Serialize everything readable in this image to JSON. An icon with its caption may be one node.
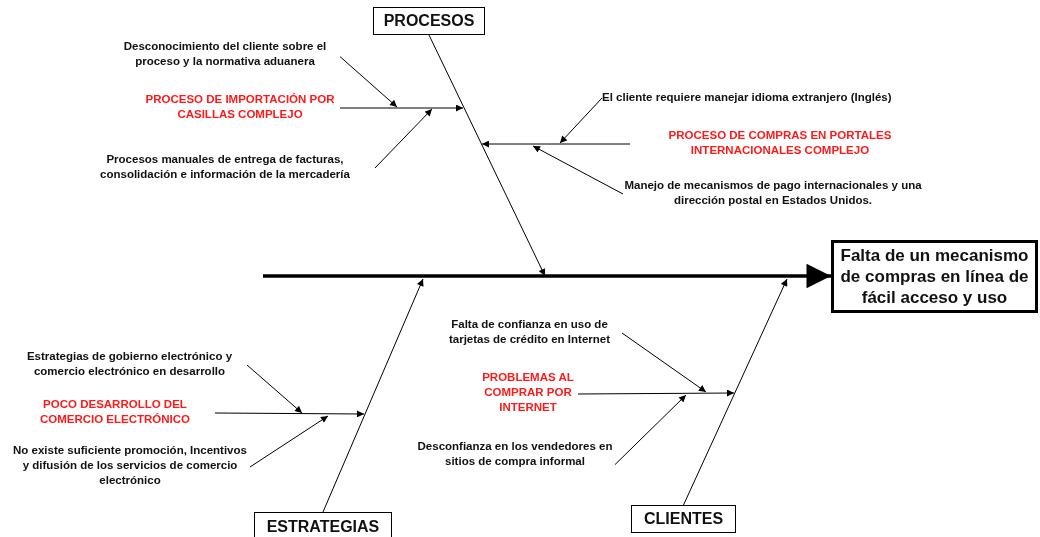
{
  "diagram": {
    "nodes": [
      {
        "text": [
          "Falta de un mecanismo de compras en línea de fácil acceso y uso"
        ]
      },
      {
        "text": [
          "PROCESOS"
        ]
      },
      {
        "text": [
          "Desconocimiento del cliente sobre el proceso y la normativa aduanera"
        ]
      },
      {
        "text": [
          "PROCESO DE IMPORTACIÓN POR CASILLAS COMPLEJO"
        ]
      },
      {
        "text": [
          "Procesos manuales de entrega de facturas, consolidación e información de la mercadería"
        ]
      },
      {
        "text": [
          "El cliente requiere manejar idioma extranjero (Inglés)"
        ]
      },
      {
        "text": [
          "PROCESO DE COMPRAS EN PORTALES INTERNACIONALES COMPLEJO"
        ]
      },
      {
        "text": [
          "Manejo de mecanismos de pago internacionales y una dirección postal en Estados Unidos."
        ]
      },
      {
        "text": [
          "Falta de confianza en uso de tarjetas de crédito en Internet"
        ]
      },
      {
        "text": [
          "Estrategias de gobierno electrónico y comercio electrónico en desarrollo"
        ]
      },
      {
        "text": [
          "POCO DESARROLLO DEL COMERCIO ELECTRÓNICO"
        ]
      },
      {
        "text": [
          "No existe suficiente promoción, Incentivos y difusión de los servicios de comercio electrónico"
        ]
      },
      {
        "text": [
          "PROBLEMAS AL COMPRAR POR INTERNET"
        ]
      },
      {
        "text": [
          "Desconfianza en los vendedores en sitios de compra informal"
        ]
      },
      {
        "text": [
          "ESTRATEGIAS"
        ]
      },
      {
        "text": [
          "CLIENTES"
        ]
      }
    ],
    "edges": [
      {
        "from": null,
        "to": 0,
        "arrow": "to",
        "style": "thick"
      },
      {
        "from": 1,
        "to": null,
        "arrow": "to"
      },
      {
        "from": 2,
        "to": null,
        "arrow": "to"
      },
      {
        "from": 3,
        "to": null,
        "arrow": "to"
      },
      {
        "from": 4,
        "to": null,
        "arrow": "to"
      },
      {
        "from": 5,
        "to": null,
        "arrow": "to"
      },
      {
        "from": 6,
        "to": null,
        "arrow": "to"
      },
      {
        "from": 7,
        "to": null,
        "arrow": "to"
      },
      {
        "from": 14,
        "to": null,
        "arrow": "to"
      },
      {
        "from": 9,
        "to": null,
        "arrow": "to"
      },
      {
        "from": 10,
        "to": null,
        "arrow": "to"
      },
      {
        "from": 11,
        "to": null,
        "arrow": "to"
      },
      {
        "from": 15,
        "to": null,
        "arrow": "to"
      },
      {
        "from": 8,
        "to": null,
        "arrow": "to"
      },
      {
        "from": 12,
        "to": null,
        "arrow": "to"
      },
      {
        "from": 13,
        "to": null,
        "arrow": "to"
      }
    ]
  }
}
